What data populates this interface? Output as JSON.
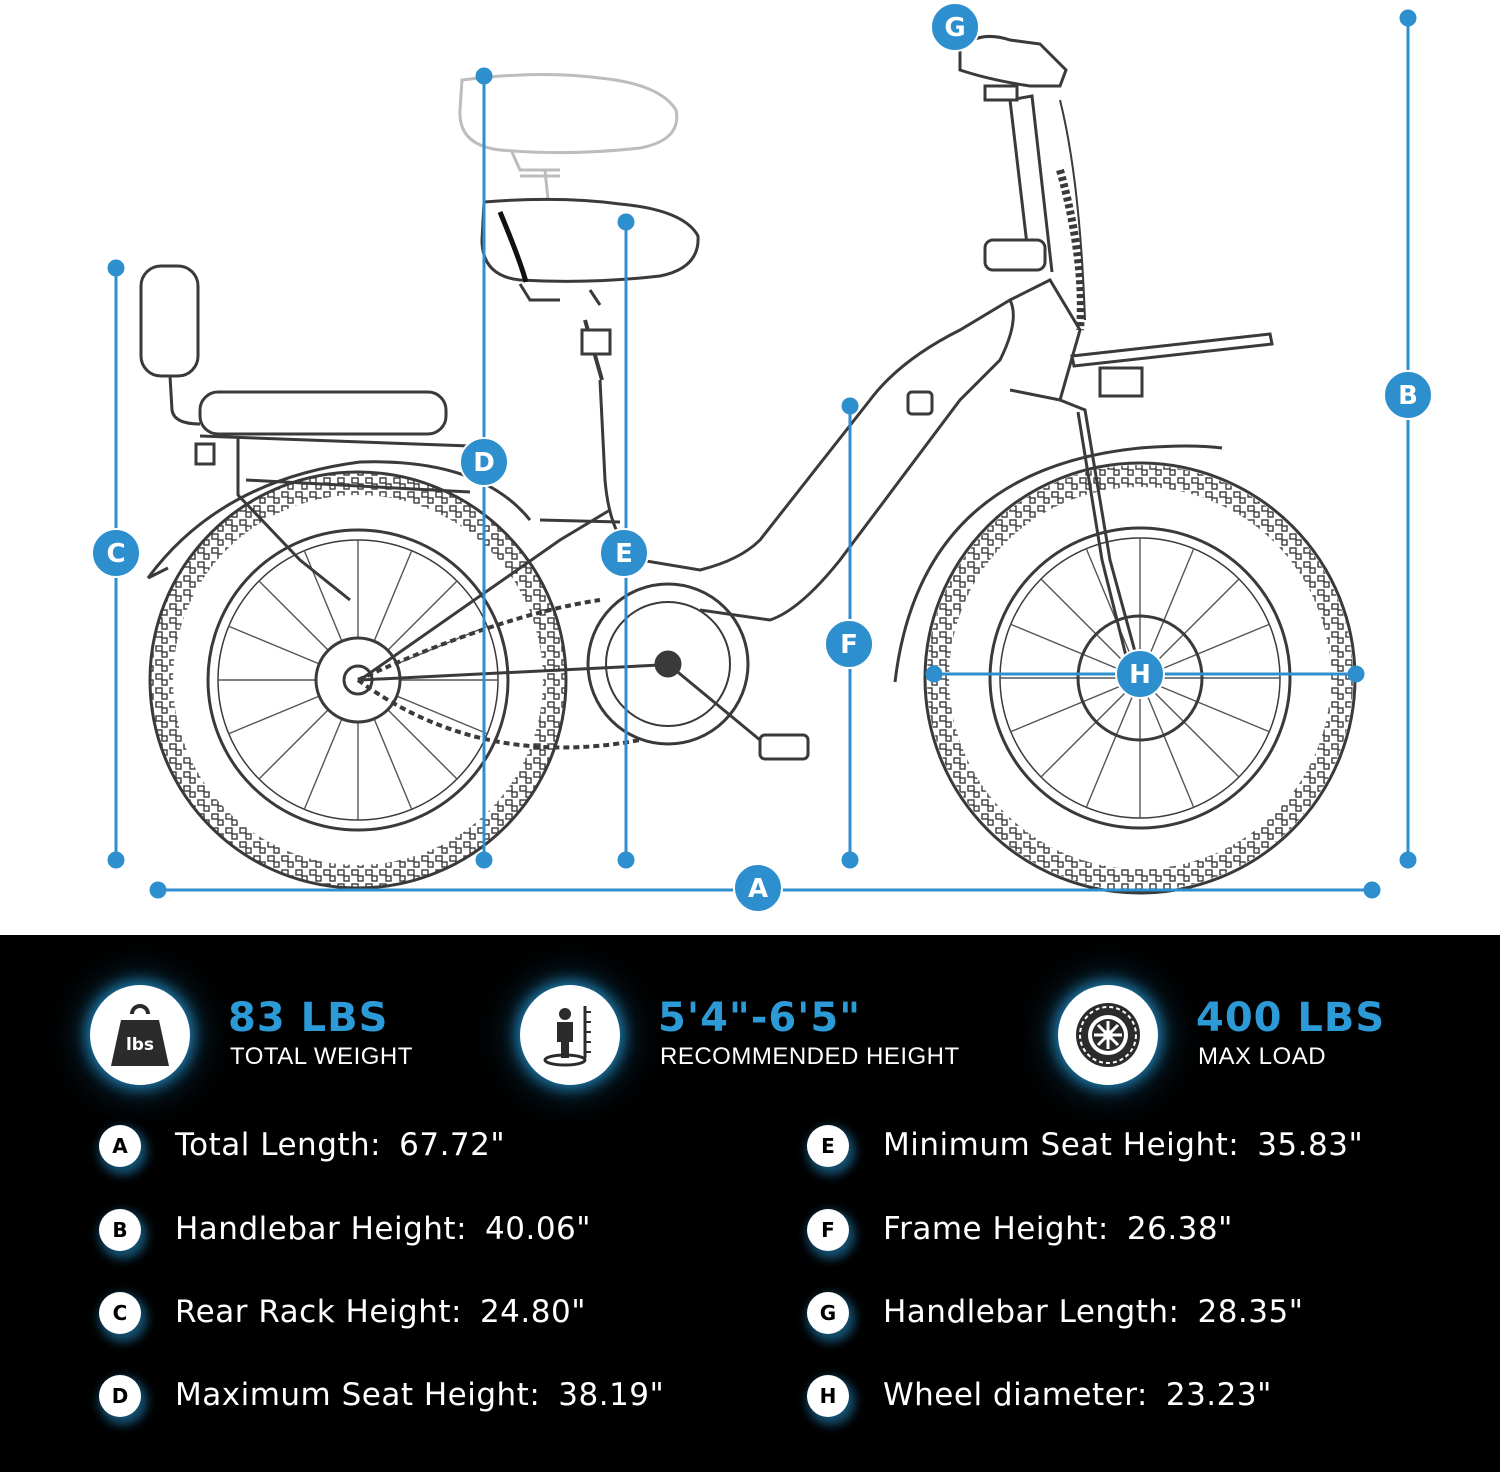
{
  "colors": {
    "accent": "#2d8fce",
    "glow": "#2696d2",
    "panel": "#000000",
    "line_art": "#3a3a3a"
  },
  "markers": {
    "A": "A",
    "B": "B",
    "C": "C",
    "D": "D",
    "E": "E",
    "F": "F",
    "G": "G",
    "H": "H"
  },
  "stats": [
    {
      "icon": "weight-icon",
      "icon_text": "lbs",
      "value": "83 LBS",
      "caption": "TOTAL WEIGHT"
    },
    {
      "icon": "height-person-icon",
      "value": "5'4\"-6'5\"",
      "caption": "RECOMMENDED HEIGHT"
    },
    {
      "icon": "tire-icon",
      "value": "400 LBS",
      "caption": "MAX LOAD"
    }
  ],
  "specs": [
    {
      "letter": "A",
      "label": "Total Length:",
      "value": "67.72\""
    },
    {
      "letter": "B",
      "label": "Handlebar Height:",
      "value": "40.06\""
    },
    {
      "letter": "C",
      "label": "Rear Rack Height:",
      "value": "24.80\""
    },
    {
      "letter": "D",
      "label": "Maximum Seat Height:",
      "value": "38.19\""
    },
    {
      "letter": "E",
      "label": "Minimum Seat Height:",
      "value": "35.83\""
    },
    {
      "letter": "F",
      "label": "Frame Height:",
      "value": "26.38\""
    },
    {
      "letter": "G",
      "label": "Handlebar Length:",
      "value": "28.35\""
    },
    {
      "letter": "H",
      "label": "Wheel diameter:",
      "value": "23.23\""
    }
  ]
}
